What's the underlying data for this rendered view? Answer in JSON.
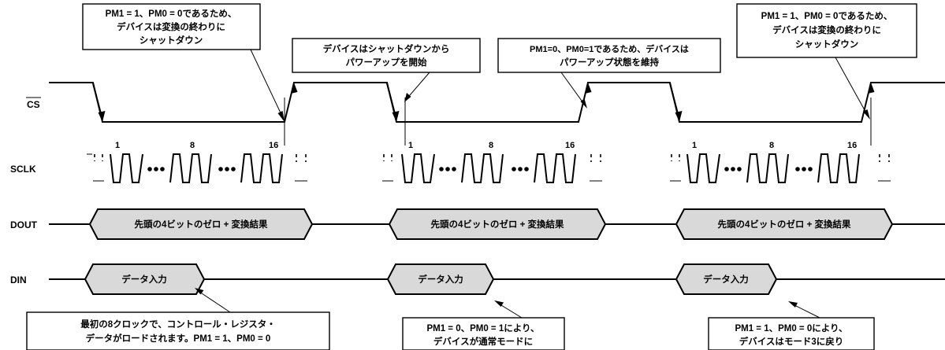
{
  "signals": {
    "cs": "CS",
    "sclk": "SCLK",
    "dout": "DOUT",
    "din": "DIN"
  },
  "clock_labels": [
    "1",
    "8",
    "16"
  ],
  "dout_label": "先頭の4ビットのゼロ + 変換結果",
  "din_label": "データ入力",
  "callouts_top": [
    [
      "PM1 = 1、PM0 = 0であるため、",
      "デバイスは変換の終わりに",
      "シャットダウン"
    ],
    [
      "デバイスはシャットダウンから",
      "パワーアップを開始"
    ],
    [
      "PM1=0、PM0=1であるため、デバイスは",
      "パワーアップ状態を維持"
    ],
    [
      "PM1 = 1、PM0 = 0であるため、",
      "デバイスは変換の終わりに",
      "シャットダウン"
    ]
  ],
  "callouts_bottom": [
    [
      "最初の8クロックで、コントロール・レジスタ・",
      "データがロードされます。PM1 = 1、PM0 = 0"
    ],
    [
      "PM1 = 0、PM0 = 1により、",
      "デバイスが通常モードに"
    ],
    [
      "PM1 = 1、PM0 = 0により、",
      "デバイスはモード3に戻り"
    ]
  ]
}
